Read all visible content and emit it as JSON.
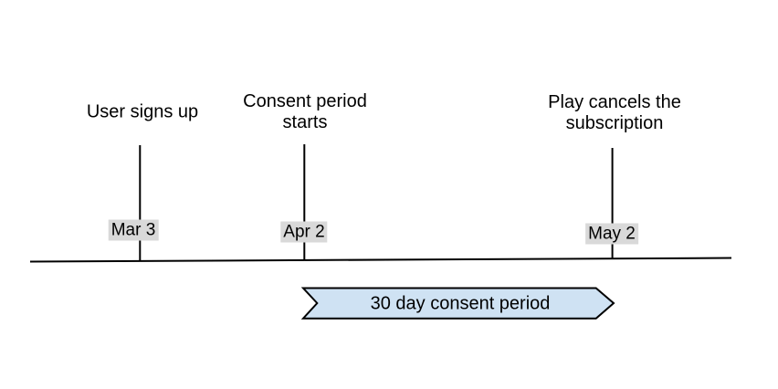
{
  "diagram": {
    "type": "timeline",
    "events": [
      {
        "label": "User signs up",
        "date": "Mar 3"
      },
      {
        "label": "Consent period\nstarts",
        "date": "Apr 2"
      },
      {
        "label": "Play cancels the\nsubscription",
        "date": "May 2"
      }
    ],
    "banner": {
      "label": "30 day consent period",
      "spans_from": "Apr 2",
      "spans_to": "May 2"
    },
    "colors": {
      "background": "#ffffff",
      "text": "#000000",
      "line": "#000000",
      "date_label_bg": "#d9d9d9",
      "banner_fill": "#cfe2f3",
      "banner_stroke": "#000000"
    }
  }
}
